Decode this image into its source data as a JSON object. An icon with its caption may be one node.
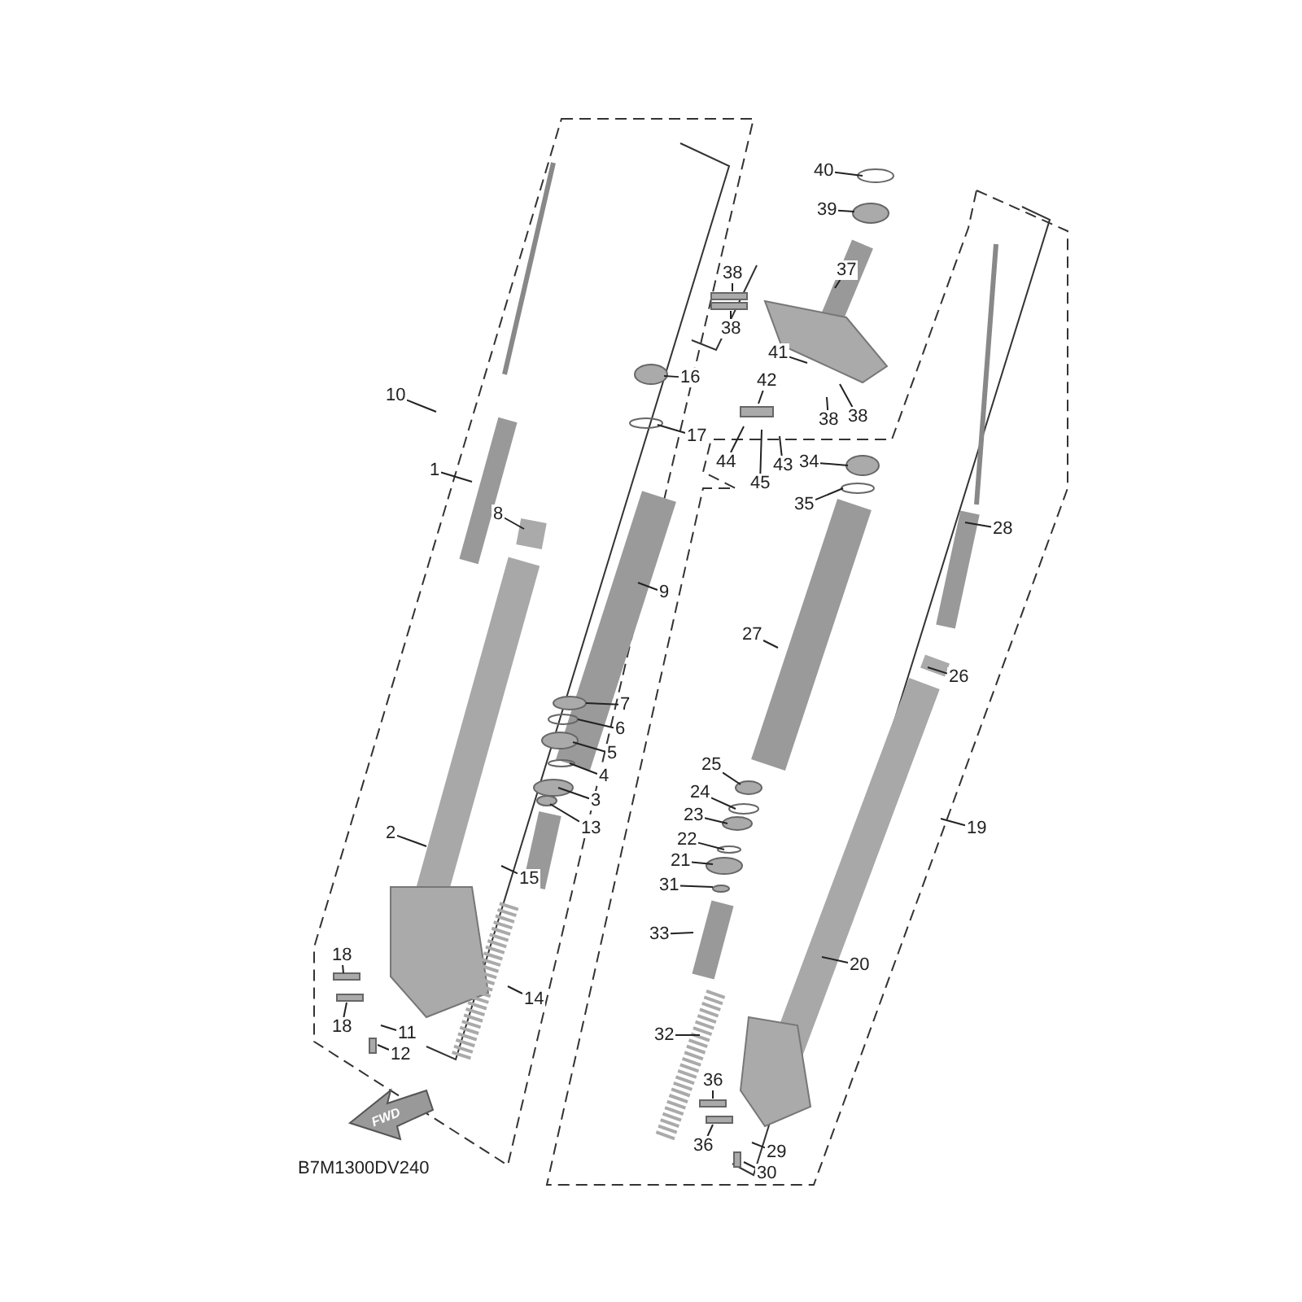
{
  "diagram": {
    "nodes": [
      {
        "text": [
          "1"
        ]
      },
      {
        "text": [
          "2"
        ]
      },
      {
        "text": [
          "3"
        ]
      },
      {
        "text": [
          "4"
        ]
      },
      {
        "text": [
          "5"
        ]
      },
      {
        "text": [
          "6"
        ]
      },
      {
        "text": [
          "7"
        ]
      },
      {
        "text": [
          "8"
        ]
      },
      {
        "text": [
          "9"
        ]
      },
      {
        "text": [
          "10"
        ]
      },
      {
        "text": [
          "11"
        ]
      },
      {
        "text": [
          "12"
        ]
      },
      {
        "text": [
          "13"
        ]
      },
      {
        "text": [
          "14"
        ]
      },
      {
        "text": [
          "15"
        ]
      },
      {
        "text": [
          "16"
        ]
      },
      {
        "text": [
          "17"
        ]
      },
      {
        "text": [
          "18"
        ]
      },
      {
        "text": [
          "18"
        ]
      },
      {
        "text": [
          "19"
        ]
      },
      {
        "text": [
          "20"
        ]
      },
      {
        "text": [
          "21"
        ]
      },
      {
        "text": [
          "22"
        ]
      },
      {
        "text": [
          "23"
        ]
      },
      {
        "text": [
          "24"
        ]
      },
      {
        "text": [
          "25"
        ]
      },
      {
        "text": [
          "26"
        ]
      },
      {
        "text": [
          "27"
        ]
      },
      {
        "text": [
          "28"
        ]
      },
      {
        "text": [
          "29"
        ]
      },
      {
        "text": [
          "30"
        ]
      },
      {
        "text": [
          "31"
        ]
      },
      {
        "text": [
          "32"
        ]
      },
      {
        "text": [
          "33"
        ]
      },
      {
        "text": [
          "34"
        ]
      },
      {
        "text": [
          "35"
        ]
      },
      {
        "text": [
          "36"
        ]
      },
      {
        "text": [
          "36"
        ]
      },
      {
        "text": [
          "37"
        ]
      },
      {
        "text": [
          "38"
        ]
      },
      {
        "text": [
          "38"
        ]
      },
      {
        "text": [
          "38"
        ]
      },
      {
        "text": [
          "38"
        ]
      },
      {
        "text": [
          "39"
        ]
      },
      {
        "text": [
          "40"
        ]
      },
      {
        "text": [
          "41"
        ]
      },
      {
        "text": [
          "42"
        ]
      },
      {
        "text": [
          "43"
        ]
      },
      {
        "text": [
          "44"
        ]
      },
      {
        "text": [
          "45"
        ]
      }
    ],
    "edges": [
      {
        "from": 0,
        "to": null,
        "arrow": "none"
      },
      {
        "from": 1,
        "to": null,
        "arrow": "none"
      },
      {
        "from": 2,
        "to": null,
        "arrow": "none"
      },
      {
        "from": 3,
        "to": null,
        "arrow": "none"
      },
      {
        "from": 4,
        "to": null,
        "arrow": "none"
      },
      {
        "from": 5,
        "to": null,
        "arrow": "none"
      },
      {
        "from": 6,
        "to": null,
        "arrow": "none"
      },
      {
        "from": 7,
        "to": null,
        "arrow": "none"
      },
      {
        "from": 8,
        "to": null,
        "arrow": "none"
      },
      {
        "from": 9,
        "to": null,
        "arrow": "none"
      },
      {
        "from": 10,
        "to": null,
        "arrow": "none"
      },
      {
        "from": 11,
        "to": null,
        "arrow": "none"
      },
      {
        "from": 12,
        "to": null,
        "arrow": "none"
      },
      {
        "from": 13,
        "to": null,
        "arrow": "none"
      },
      {
        "from": 14,
        "to": null,
        "arrow": "none"
      },
      {
        "from": 15,
        "to": null,
        "arrow": "none"
      },
      {
        "from": 16,
        "to": null,
        "arrow": "none"
      },
      {
        "from": 17,
        "to": null,
        "arrow": "none"
      },
      {
        "from": 18,
        "to": null,
        "arrow": "none"
      },
      {
        "from": 19,
        "to": null,
        "arrow": "none"
      },
      {
        "from": 20,
        "to": null,
        "arrow": "none"
      },
      {
        "from": 21,
        "to": null,
        "arrow": "none"
      },
      {
        "from": 22,
        "to": null,
        "arrow": "none"
      },
      {
        "from": 23,
        "to": null,
        "arrow": "none"
      },
      {
        "from": 24,
        "to": null,
        "arrow": "none"
      },
      {
        "from": 25,
        "to": null,
        "arrow": "none"
      },
      {
        "from": 26,
        "to": null,
        "arrow": "none"
      },
      {
        "from": 27,
        "to": null,
        "arrow": "none"
      },
      {
        "from": 28,
        "to": null,
        "arrow": "none"
      },
      {
        "from": 29,
        "to": null,
        "arrow": "none"
      },
      {
        "from": 30,
        "to": null,
        "arrow": "none"
      },
      {
        "from": 31,
        "to": null,
        "arrow": "none"
      },
      {
        "from": 32,
        "to": null,
        "arrow": "none"
      },
      {
        "from": 33,
        "to": null,
        "arrow": "none"
      },
      {
        "from": 34,
        "to": null,
        "arrow": "none"
      },
      {
        "from": 35,
        "to": null,
        "arrow": "none"
      },
      {
        "from": 36,
        "to": null,
        "arrow": "none"
      },
      {
        "from": 37,
        "to": null,
        "arrow": "none"
      },
      {
        "from": 38,
        "to": null,
        "arrow": "none"
      },
      {
        "from": 39,
        "to": null,
        "arrow": "none"
      },
      {
        "from": 40,
        "to": null,
        "arrow": "none"
      },
      {
        "from": 41,
        "to": null,
        "arrow": "none"
      },
      {
        "from": 42,
        "to": null,
        "arrow": "none"
      },
      {
        "from": 43,
        "to": null,
        "arrow": "none"
      },
      {
        "from": 44,
        "to": null,
        "arrow": "none"
      },
      {
        "from": 45,
        "to": null,
        "arrow": "none"
      },
      {
        "from": 46,
        "to": null,
        "arrow": "none"
      },
      {
        "from": 47,
        "to": null,
        "arrow": "none"
      },
      {
        "from": 48,
        "to": null,
        "arrow": "none"
      },
      {
        "from": 49,
        "to": null,
        "arrow": "none"
      }
    ],
    "labels": [
      "FWD",
      "B7M1300DV240"
    ]
  }
}
